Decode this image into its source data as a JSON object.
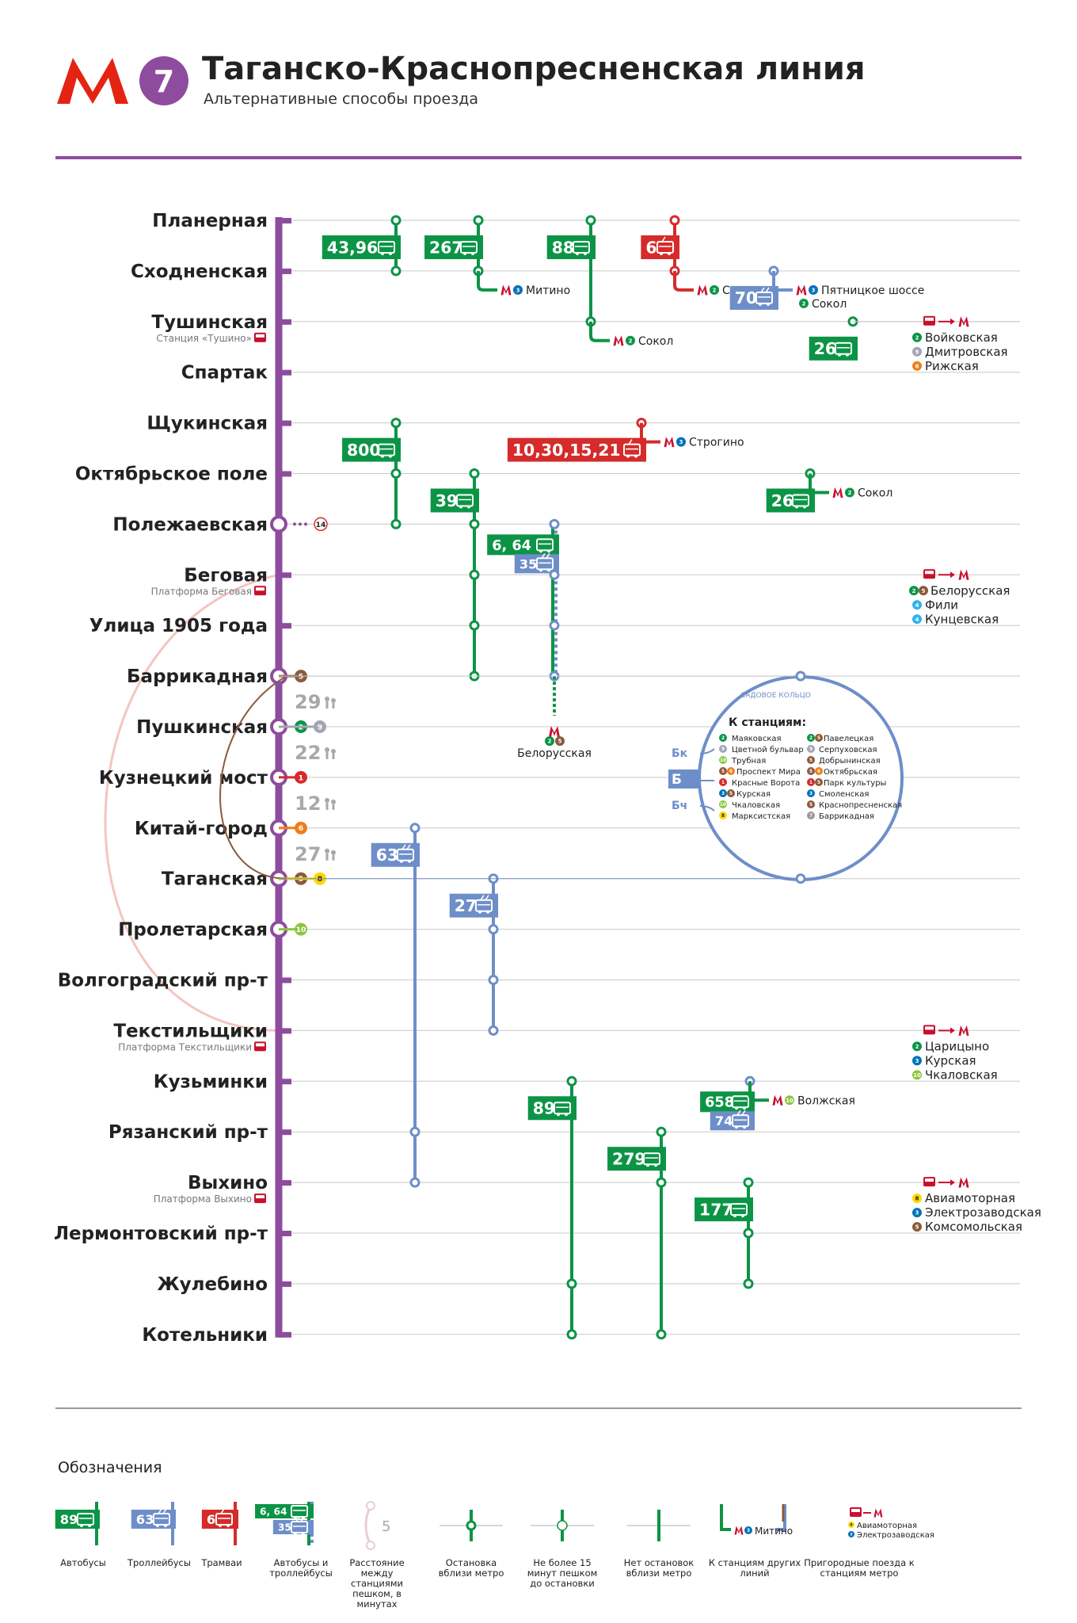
{
  "header": {
    "logo": "M",
    "line_number": "7",
    "title": "Таганско-Краснопресненская линия",
    "subtitle": "Альтернативные способы проезда"
  },
  "colors": {
    "line7": "#8e4c9e",
    "bus": "#0c9446",
    "trolley": "#6e8ec9",
    "tram": "#d52b2b",
    "rail": "#c8102e",
    "grey": "#9b9b9b",
    "l1": "#d52b2b",
    "l2": "#0c9446",
    "l3": "#0072ba",
    "l4": "#2fb4e9",
    "l5": "#8b5a3c",
    "l6": "#ef7f1a",
    "l8": "#ffd700",
    "l9": "#a2a5b4",
    "l10": "#8dc63f",
    "l14": "#ffffff"
  },
  "stations": [
    {
      "name": "Планерная",
      "sub": ""
    },
    {
      "name": "Сходненская",
      "sub": ""
    },
    {
      "name": "Тушинская",
      "sub": "Станция «Тушино»"
    },
    {
      "name": "Спартак",
      "sub": ""
    },
    {
      "name": "Щукинская",
      "sub": ""
    },
    {
      "name": "Октябрьское поле",
      "sub": ""
    },
    {
      "name": "Полежаевская",
      "sub": ""
    },
    {
      "name": "Беговая",
      "sub": "Платформа Беговая"
    },
    {
      "name": "Улица 1905 года",
      "sub": ""
    },
    {
      "name": "Баррикадная",
      "sub": ""
    },
    {
      "name": "Пушкинская",
      "sub": ""
    },
    {
      "name": "Кузнецкий мост",
      "sub": ""
    },
    {
      "name": "Китай-город",
      "sub": ""
    },
    {
      "name": "Таганская",
      "sub": ""
    },
    {
      "name": "Пролетарская",
      "sub": ""
    },
    {
      "name": "Волгоградский пр-т",
      "sub": ""
    },
    {
      "name": "Текстильщики",
      "sub": "Платформа Текстильщики"
    },
    {
      "name": "Кузьминки",
      "sub": ""
    },
    {
      "name": "Рязанский пр-т",
      "sub": ""
    },
    {
      "name": "Выхино",
      "sub": "Платформа Выхино"
    },
    {
      "name": "Лермонтовский пр-т",
      "sub": ""
    },
    {
      "name": "Жулебино",
      "sub": ""
    },
    {
      "name": "Котельники",
      "sub": ""
    }
  ],
  "transfers": [
    {
      "station": 6,
      "lines": [
        "14"
      ]
    },
    {
      "station": 9,
      "lines": [
        "5"
      ]
    },
    {
      "station": 10,
      "lines": [
        "2",
        "9"
      ]
    },
    {
      "station": 11,
      "lines": [
        "1"
      ]
    },
    {
      "station": 12,
      "lines": [
        "6"
      ]
    },
    {
      "station": 13,
      "lines": [
        "5",
        "8"
      ]
    },
    {
      "station": 14,
      "lines": [
        "10"
      ]
    }
  ],
  "walking": [
    {
      "between": 9,
      "minutes": "29"
    },
    {
      "between": 10,
      "minutes": "22"
    },
    {
      "between": 11,
      "minutes": "12"
    },
    {
      "between": 12,
      "minutes": "27"
    }
  ],
  "routes": [
    {
      "label": "43,96",
      "type": "bus",
      "stops": [
        0,
        1
      ]
    },
    {
      "label": "267",
      "type": "bus",
      "stops": [
        0,
        1
      ],
      "to": {
        "line": "3",
        "name": "Митино"
      }
    },
    {
      "label": "88",
      "type": "bus",
      "stops": [
        0,
        2
      ],
      "to": {
        "line": "2",
        "name": "Сокол"
      }
    },
    {
      "label": "6",
      "type": "tram",
      "stops": [
        0,
        1
      ],
      "to": {
        "line": "2",
        "name": "Сокол"
      }
    },
    {
      "label": "70",
      "type": "trolley",
      "stops": [
        1
      ],
      "to": {
        "line": "3",
        "name": "Пятницкое шоссе",
        "line2": "2",
        "name2": "Сокол"
      }
    },
    {
      "label": "26",
      "type": "bus",
      "stops": [
        2
      ],
      "rail": true
    },
    {
      "label": "800",
      "type": "bus",
      "stops": [
        4,
        5,
        6
      ]
    },
    {
      "label": "10,30,15,21",
      "type": "tram",
      "stops": [
        4
      ],
      "to": {
        "line": "3",
        "name": "Строгино"
      }
    },
    {
      "label": "39",
      "type": "bus",
      "stops": [
        5,
        6,
        7,
        8,
        9
      ]
    },
    {
      "label": "26",
      "type": "bus",
      "stops": [
        5
      ],
      "to": {
        "line": "2",
        "name": "Сокол"
      }
    },
    {
      "label": "6, 64",
      "label2": "35",
      "type": "mixed",
      "stops": [
        6,
        7,
        8,
        9
      ],
      "to": {
        "name": "Белорусская",
        "lines": [
          "2",
          "5"
        ]
      }
    },
    {
      "label": "63",
      "type": "trolley",
      "stops": [
        12,
        18,
        19
      ]
    },
    {
      "label": "27",
      "type": "trolley",
      "stops": [
        13,
        14,
        15,
        16
      ]
    },
    {
      "label": "658",
      "label2": "74",
      "type": "mixed",
      "stops": [
        17
      ],
      "to": {
        "line": "10",
        "name": "Волжская"
      }
    },
    {
      "label": "89",
      "type": "bus",
      "stops": [
        17,
        21,
        22
      ]
    },
    {
      "label": "279",
      "type": "bus",
      "stops": [
        18,
        19,
        22
      ]
    },
    {
      "label": "177",
      "type": "bus",
      "stops": [
        19,
        20,
        21
      ]
    }
  ],
  "rail_destinations": [
    {
      "station": 2,
      "items": [
        {
          "line": "2",
          "name": "Войковская"
        },
        {
          "line": "9",
          "name": "Дмитровская"
        },
        {
          "line": "6",
          "name": "Рижская"
        }
      ]
    },
    {
      "station": 7,
      "items": [
        {
          "line": "2",
          "line2": "5",
          "name": "Белорусская"
        },
        {
          "line": "4",
          "name": "Фили"
        },
        {
          "line": "4",
          "name": "Кунцевская"
        }
      ]
    },
    {
      "station": 16,
      "items": [
        {
          "line": "2",
          "name": "Царицыно"
        },
        {
          "line": "3",
          "name": "Курская"
        },
        {
          "line": "10",
          "name": "Чкаловская"
        }
      ]
    },
    {
      "station": 19,
      "items": [
        {
          "line": "8",
          "name": "Авиамоторная"
        },
        {
          "line": "3",
          "name": "Электрозаводская"
        },
        {
          "line": "5",
          "name": "Комсомольская"
        }
      ]
    }
  ],
  "ring": {
    "arc_label": "САДОВОЕ КОЛЬЦО",
    "title": "К станциям:",
    "left_col": [
      {
        "lines": [
          "2"
        ],
        "name": "Маяковская"
      },
      {
        "lines": [
          "9"
        ],
        "name": "Цветной бульвар"
      },
      {
        "lines": [
          "10"
        ],
        "name": "Трубная"
      },
      {
        "lines": [
          "5",
          "6"
        ],
        "name": "Проспект Мира"
      },
      {
        "lines": [
          "1"
        ],
        "name": "Красные Ворота"
      },
      {
        "lines": [
          "3",
          "5"
        ],
        "name": "Курская"
      },
      {
        "lines": [
          "10"
        ],
        "name": "Чкаловская"
      },
      {
        "lines": [
          "8"
        ],
        "name": "Марксистская"
      }
    ],
    "right_col": [
      {
        "lines": [
          "2",
          "5"
        ],
        "name": "Павелецкая"
      },
      {
        "lines": [
          "9"
        ],
        "name": "Серпуховская"
      },
      {
        "lines": [
          "5"
        ],
        "name": "Добрынинская"
      },
      {
        "lines": [
          "5",
          "6"
        ],
        "name": "Октябрьская"
      },
      {
        "lines": [
          "1",
          "5"
        ],
        "name": "Парк культуры"
      },
      {
        "lines": [
          "3"
        ],
        "name": "Смоленская"
      },
      {
        "lines": [
          "5"
        ],
        "name": "Краснопресненская"
      },
      {
        "lines": [
          "7"
        ],
        "name": "Баррикадная"
      }
    ],
    "arrows": [
      "Бк",
      "Б",
      "Бч"
    ]
  },
  "legend": {
    "title": "Обозначения",
    "items": [
      {
        "sample": "89",
        "caption": "Автобусы"
      },
      {
        "sample": "63",
        "caption": "Троллейбусы"
      },
      {
        "sample": "6",
        "caption": "Трамваи"
      },
      {
        "sample": "6, 64",
        "sample2": "35",
        "caption": "Автобусы и троллейбусы"
      },
      {
        "sample": "5",
        "caption": "Расстояние между станциями пешком, в минутах"
      },
      {
        "sample": "",
        "caption": "Остановка вблизи метро"
      },
      {
        "sample": "",
        "caption": "Не более 15 минут пешком до остановки"
      },
      {
        "sample": "",
        "caption": "Нет остановок вблизи метро"
      },
      {
        "sample": "Митино",
        "caption": "К станциям других линий"
      },
      {
        "sample": "Авиамоторная",
        "sample2": "Электрозаводская",
        "caption": "Пригородные поезда к станциям метро"
      }
    ]
  }
}
